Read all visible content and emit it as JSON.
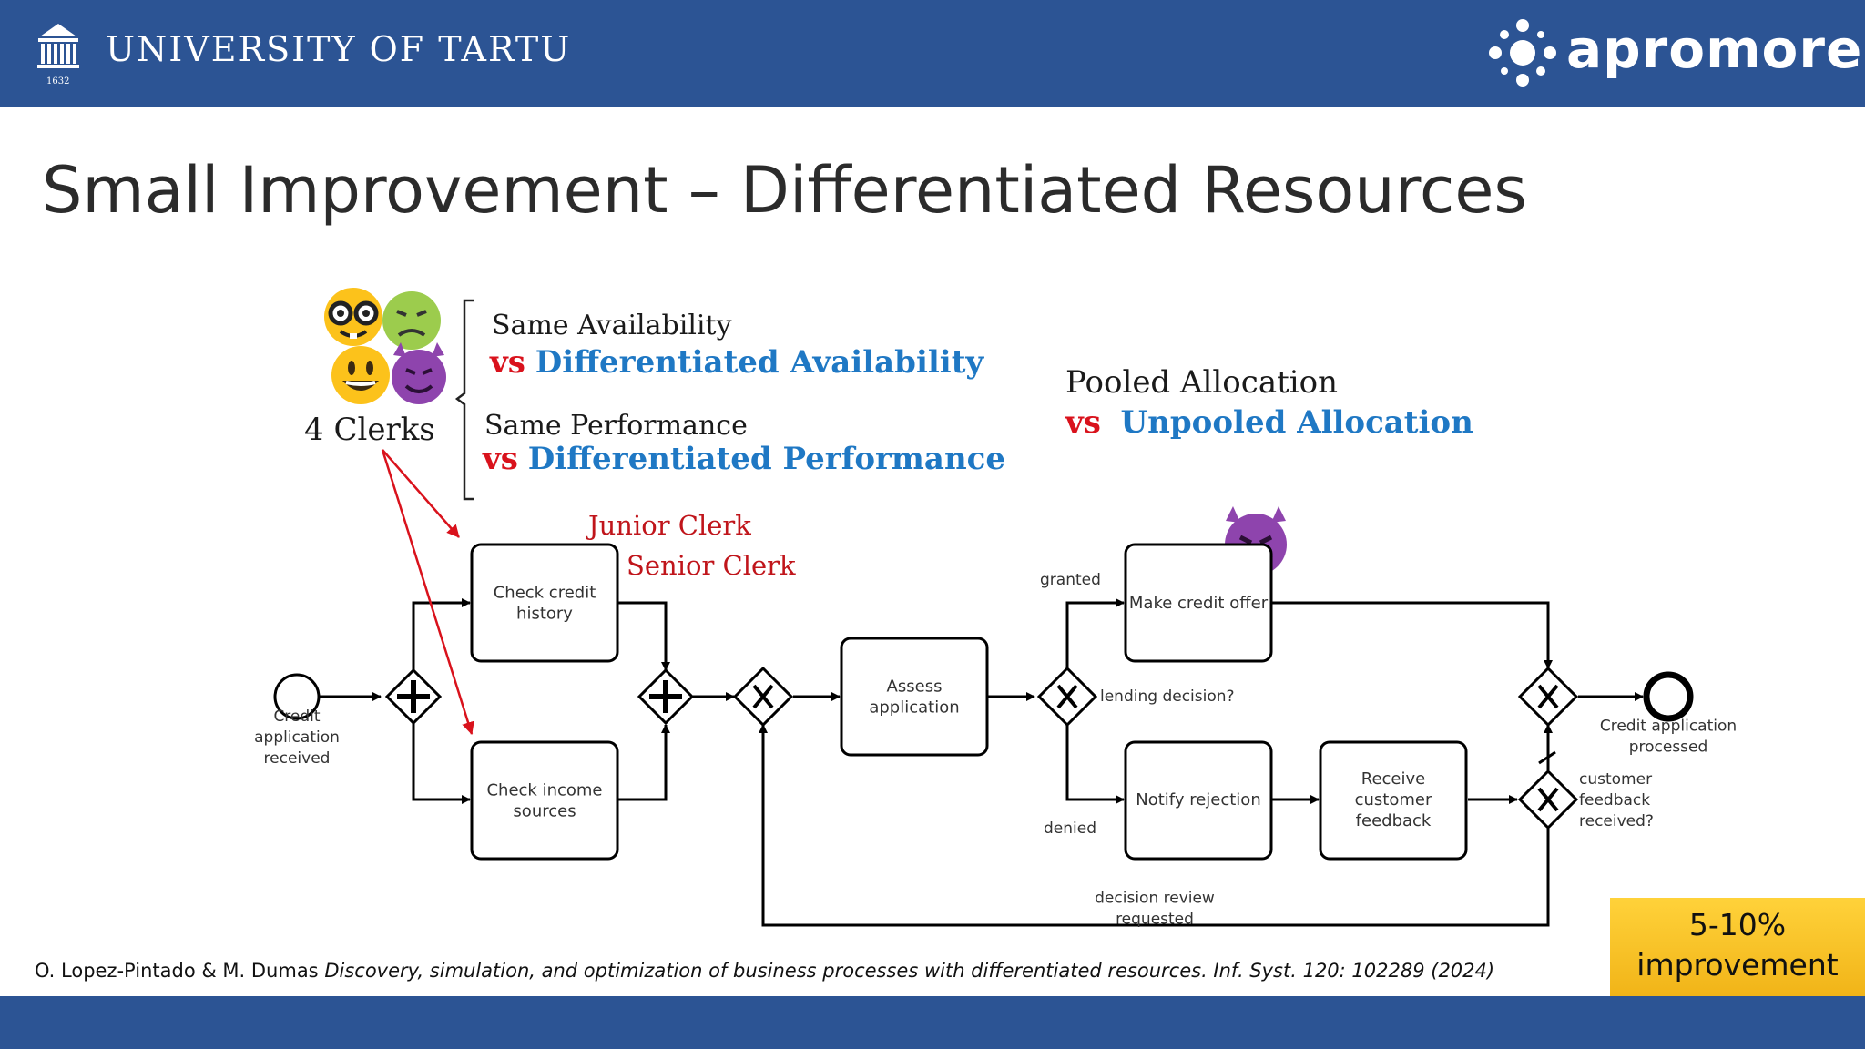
{
  "header": {
    "university_name": "UNIVERSITY OF TARTU",
    "university_year": "1632",
    "brand": "apromore",
    "colors": {
      "bar": "#2c5494",
      "accent_red": "#d9121c",
      "accent_blue": "#1f78c4"
    }
  },
  "slide": {
    "title": "Small Improvement – Differentiated Resources",
    "clerks_label": "4 Clerks",
    "availability": {
      "same": "Same Availability",
      "vs": "vs",
      "diff": "Differentiated Availability"
    },
    "performance": {
      "same": "Same Performance",
      "vs": "vs",
      "diff": "Differentiated Performance"
    },
    "allocation": {
      "pooled": "Pooled Allocation",
      "vs": "vs",
      "unpooled": "Unpooled Allocation"
    },
    "junior": "Junior Clerk",
    "senior": "Senior Clerk",
    "emojis": [
      "nerd-face",
      "nauseated-face",
      "grinning-face",
      "smiling-devil"
    ]
  },
  "diagram": {
    "start_event": "Credit application received",
    "end_event": "Credit application processed",
    "tasks": {
      "check_credit": "Check credit history",
      "check_income": "Check income sources",
      "assess": "Assess application",
      "make_offer": "Make credit offer",
      "notify_rejection": "Notify rejection",
      "receive_feedback": "Receive customer feedback"
    },
    "labels": {
      "granted": "granted",
      "denied": "denied",
      "lending_decision": "lending decision?",
      "feedback_received": "customer feedback received?",
      "review_requested": "decision review requested"
    }
  },
  "citation": {
    "authors": "O. Lopez-Pintado & M. Dumas",
    "title": "Discovery, simulation, and optimization of business processes with differentiated resources. Inf. Syst. 120: 102289 (2024)"
  },
  "improvement": {
    "line1": "5-10%",
    "line2": "improvement"
  }
}
